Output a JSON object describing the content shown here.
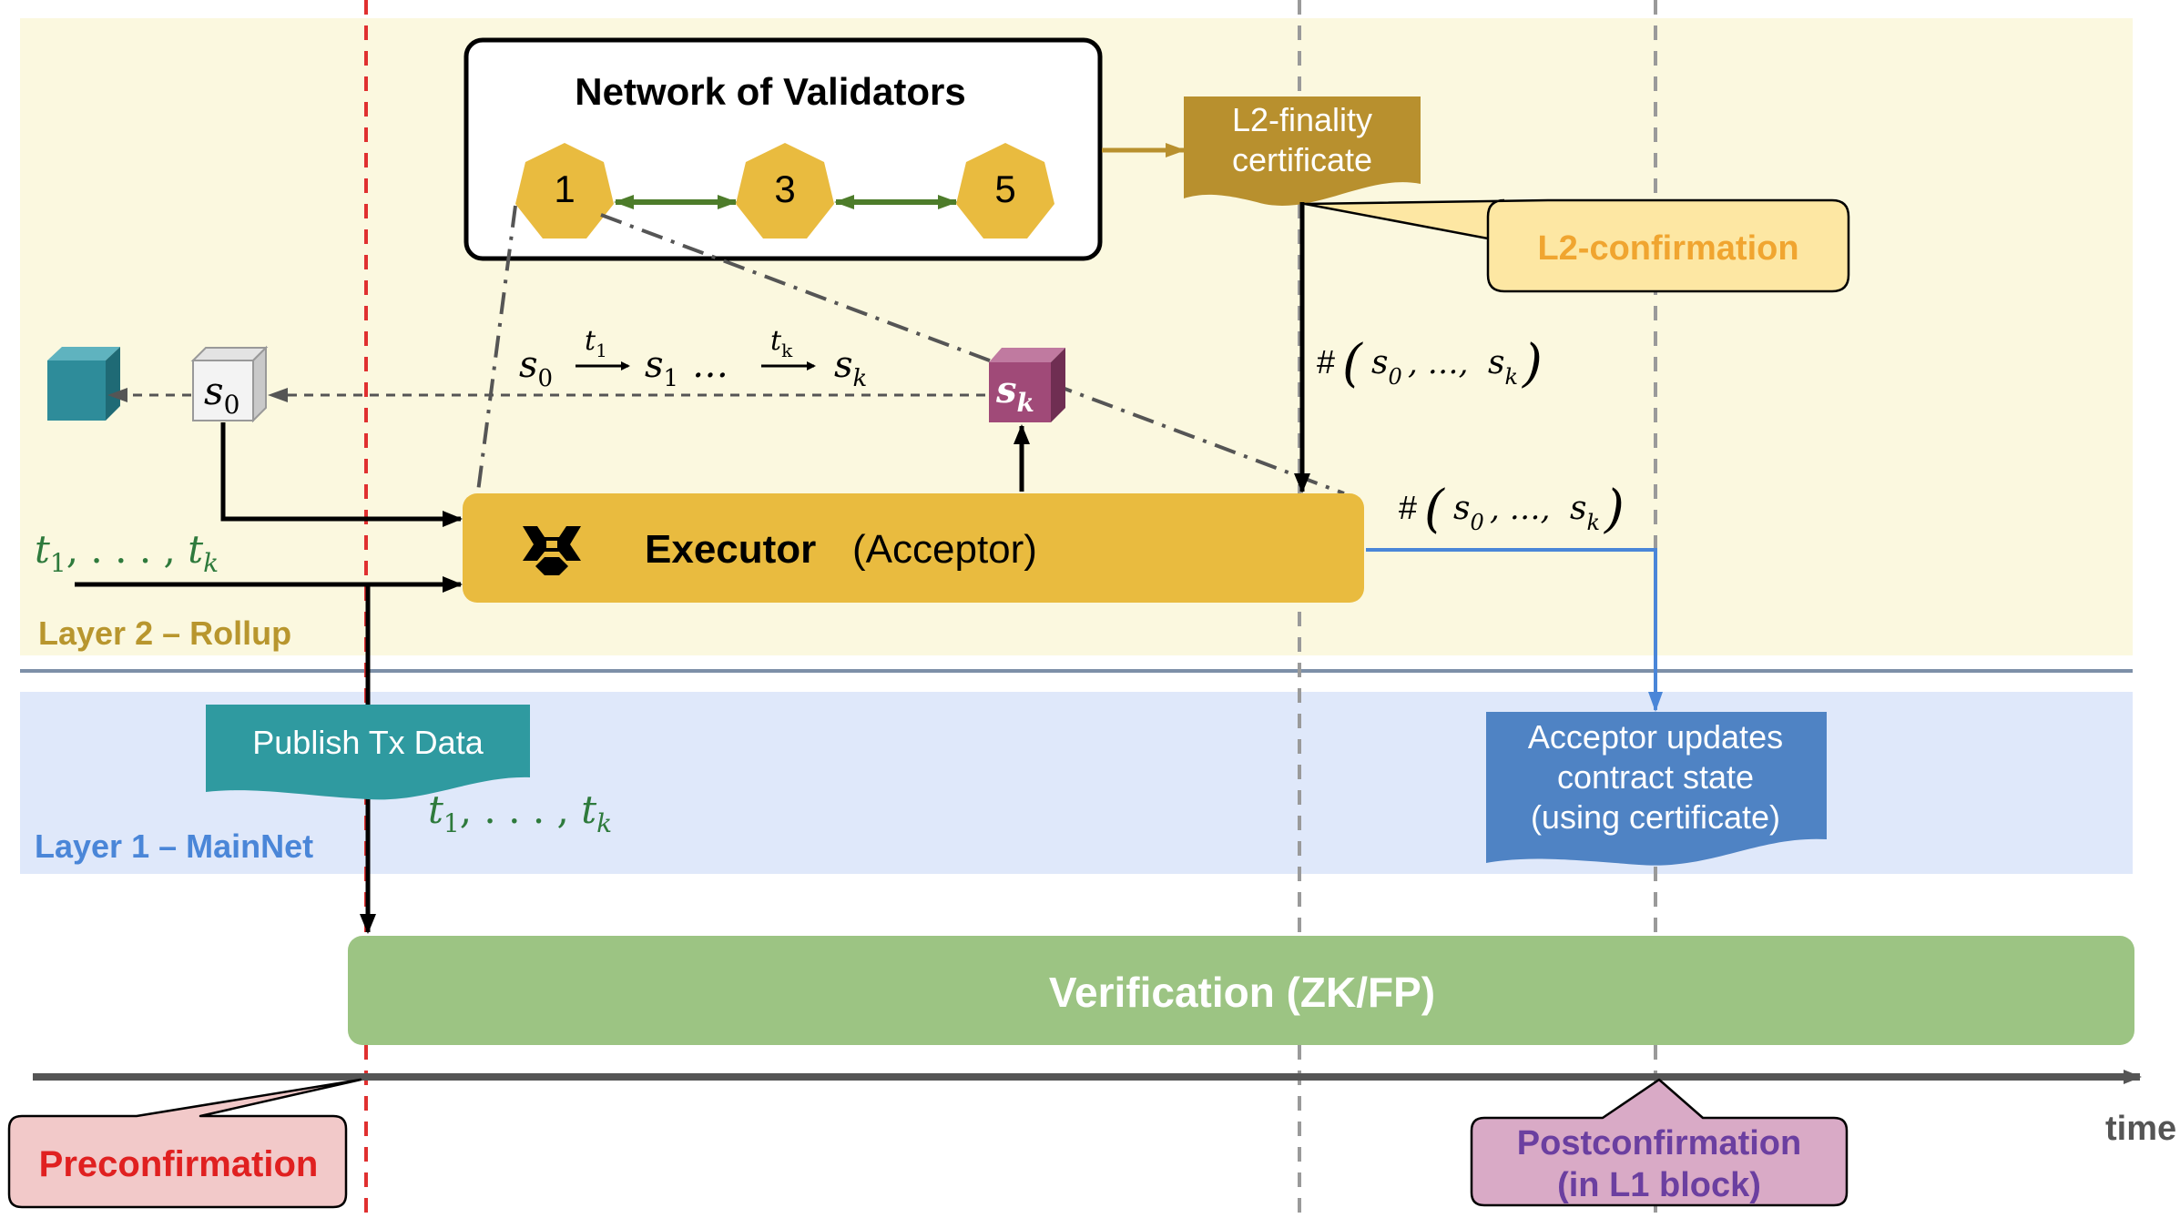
{
  "colors": {
    "layer2_bg": "#fbf8df",
    "layer1_bg": "#dfe8fa",
    "layer2_label": "#b8962e",
    "layer1_label": "#4a86d8",
    "validator_gold": "#e9bb3f",
    "validator_link": "#4d7c2a",
    "certificate": "#b8902e",
    "l2_confirm_fill": "#fde7a3",
    "l2_confirm_text": "#f0a530",
    "executor": "#e9bb3f",
    "publish_note": "#2f9aa0",
    "acceptor_note": "#4f83c4",
    "verification": "#9cc483",
    "state_teal": "#2e8c9a",
    "state_sk": "#a04a78",
    "tx_green": "#2e7a3c",
    "timeline": "#555555",
    "preconf_fill": "#f2c9c9",
    "preconf_text": "#e02020",
    "postconf_fill": "#d9aac6",
    "postconf_text": "#6b3fa0",
    "red_dashed": "#e03030",
    "gray_dashed": "#9a9a9a",
    "acceptor_line": "#4a86d8"
  },
  "layers": {
    "layer2": "Layer 2 – Rollup",
    "layer1": "Layer 1 – MainNet"
  },
  "validators": {
    "title": "Network of Validators",
    "nodes": [
      "1",
      "3",
      "5"
    ]
  },
  "certificate": {
    "line1": "L2-finality",
    "line2": "certificate"
  },
  "l2_confirmation": "L2-confirmation",
  "states": {
    "s0": "s",
    "s0_sub": "0",
    "sk": "s",
    "sk_sub": "k"
  },
  "transition": {
    "s": "s",
    "sub0": "0",
    "sub1": "1",
    "t": "t",
    "t1_sub": "1",
    "tk_sub": "k",
    "ellipsis": "…",
    "sk_sub": "k"
  },
  "hash": {
    "prefix": "#",
    "open": "(",
    "close": ")",
    "s": "s",
    "sub0": "0",
    "mid": ", …, ",
    "subk": "k"
  },
  "executor": {
    "label": "Executor",
    "role": "(Acceptor)",
    "icon": "executor-logo-icon"
  },
  "transactions": {
    "t": "t",
    "sub1": "1",
    "mid": ", . . . , ",
    "subk": "k"
  },
  "publish_note": "Publish Tx Data",
  "acceptor_note": {
    "line1": "Acceptor updates",
    "line2": "contract state",
    "line3": "(using certificate)"
  },
  "verification": "Verification (ZK/FP)",
  "timeline": {
    "label": "time"
  },
  "preconfirmation": "Preconfirmation",
  "postconfirmation": {
    "line1": "Postconfirmation",
    "line2": "(in L1 block)"
  }
}
